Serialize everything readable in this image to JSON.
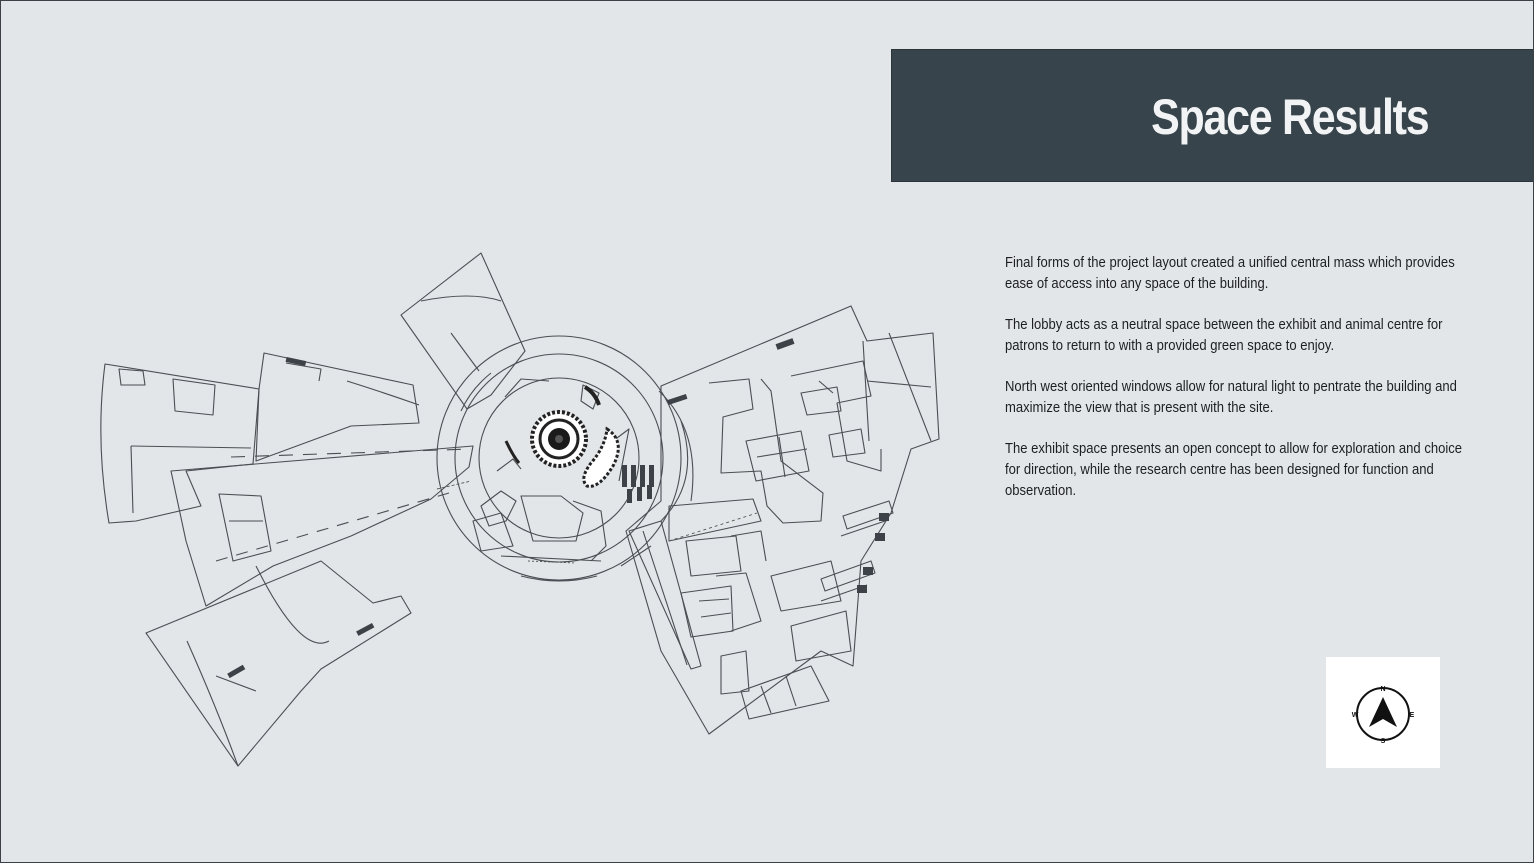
{
  "slide": {
    "title": "Space Results",
    "paragraphs": [
      "Final forms of the project layout created a unified central  mass which provides ease of access into any space of the building.",
      "The lobby acts as a neutral space between the exhibit and animal centre for patrons to return to with a provided green space to enjoy.",
      "North west oriented windows allow for natural light to pentrate the building and maximize the view that is present with the site.",
      "The exhibit space presents an open concept to allow for exploration and choice for direction, while the research centre has been designed for function and observation."
    ]
  },
  "compass": {
    "north": "N",
    "east": "E",
    "south": "S",
    "west": "W"
  },
  "colors": {
    "background": "#e3e6e9",
    "title_band": "#37444b",
    "title_text": "#f1f3f4",
    "body_text": "#1d1f21",
    "plan_line": "#4a4f54"
  }
}
